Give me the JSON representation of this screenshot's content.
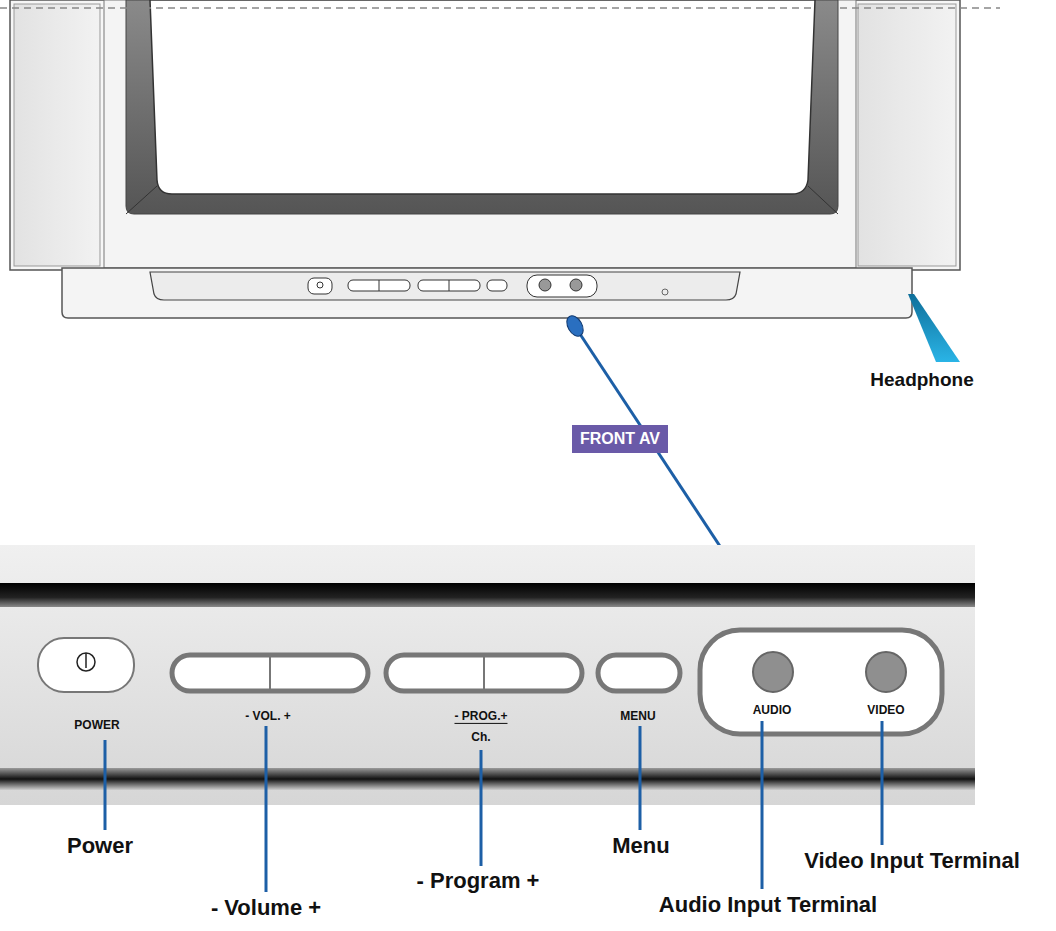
{
  "diagram": {
    "nodes": [
      {
        "text": [
          "FRONT AV"
        ]
      }
    ],
    "labels": [
      "Headphone",
      "POWER",
      "- VOL. +",
      "- PROG.+",
      "Ch.",
      "MENU",
      "AUDIO",
      "VIDEO",
      "Power",
      "Menu",
      "- Program +",
      "Video Input Terminal",
      "- Volume +",
      "Audio Input Terminal"
    ]
  }
}
